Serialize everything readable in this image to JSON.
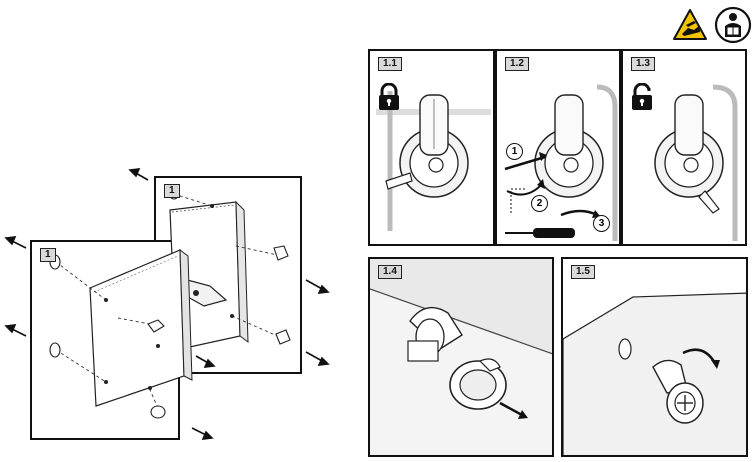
{
  "header": {
    "warning_icon": "hand-crush-warning-icon",
    "manual_icon": "read-manual-icon",
    "accent_yellow": "#f5c400"
  },
  "overview": {
    "panel_back_label": "1",
    "panel_front_label": "1"
  },
  "steps": [
    {
      "label": "1.1",
      "lock_icon": "lock-closed-icon"
    },
    {
      "label": "1.2",
      "markers": [
        "1",
        "2",
        "3"
      ],
      "tool_icon": "screwdriver-icon"
    },
    {
      "label": "1.3",
      "lock_icon": "lock-open-icon"
    },
    {
      "label": "1.4"
    },
    {
      "label": "1.5"
    }
  ]
}
